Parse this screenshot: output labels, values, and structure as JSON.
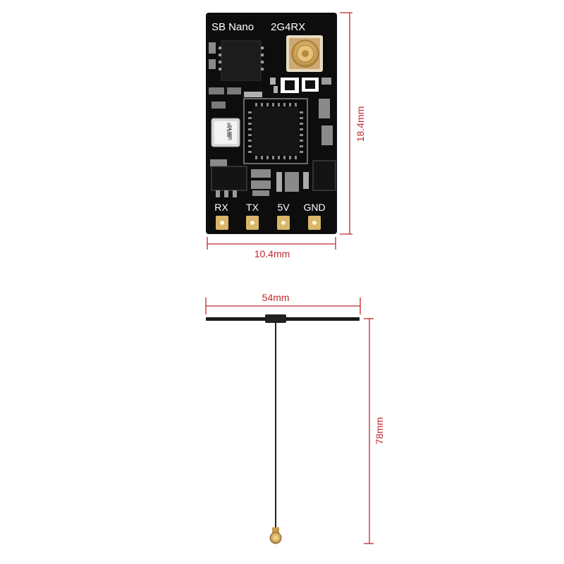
{
  "board": {
    "name": "SB Nano",
    "model": "2G4RX",
    "crystal_line1": "24.000",
    "crystal_line2": "XV150",
    "pins": [
      "RX",
      "TX",
      "5V",
      "GND"
    ]
  },
  "dimensions": {
    "board_width": "10.4mm",
    "board_height": "18.4mm",
    "antenna_width": "54mm",
    "antenna_length": "78mm"
  },
  "colors": {
    "dimension": "#c0272d",
    "pcb": "#0d0d0d",
    "pad_gold": "#d9b66a",
    "connector_gold": "#c79b4f"
  }
}
